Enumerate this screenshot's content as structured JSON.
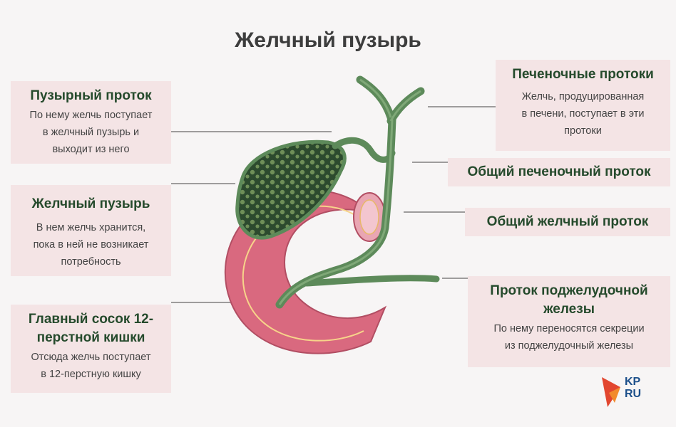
{
  "title": "Желчный пузырь",
  "labels": {
    "cystic_duct": {
      "title": "Пузырный проток",
      "desc": [
        "По нему желчь поступает",
        "в желчный пузырь и",
        "выходит из него"
      ]
    },
    "gallbladder": {
      "title": "Желчный пузырь",
      "desc": [
        "В нем желчь хранится,",
        "пока в ней не возникает",
        "потребность"
      ]
    },
    "papilla": {
      "title": [
        "Главный сосок 12-",
        "перстной кишки"
      ],
      "desc": [
        "Отсюда желчь поступает",
        "в 12-перстную кишку"
      ]
    },
    "hepatic_ducts": {
      "title": "Печеночные протоки",
      "desc": [
        "Желчь, продуцированная",
        "в печени, поступает в эти",
        "протоки"
      ]
    },
    "common_hepatic": {
      "title": "Общий печеночный проток"
    },
    "common_bile": {
      "title": "Общий желчный проток"
    },
    "pancreatic_duct": {
      "title": [
        "Проток поджелудочной",
        "железы"
      ],
      "desc": [
        "По нему переносятся секреции",
        "из поджелудочный железы"
      ]
    }
  },
  "logo": {
    "line1": "KP",
    "line2": "RU"
  },
  "colors": {
    "card_bg": "#f4e4e5",
    "heading": "#254a2c",
    "duodenum": "#d9697f",
    "gallbladder": "#2f4a30",
    "duct": "#5d8a5a"
  }
}
